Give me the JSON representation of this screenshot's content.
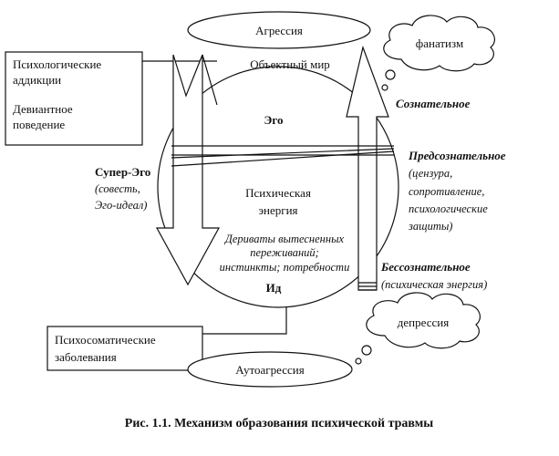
{
  "labels": {
    "aggression": "Агрессия",
    "autoaggression": "Аутоагрессия",
    "fanaticism": "фанатизм",
    "depression": "депрессия",
    "object_world": "Объектный мир",
    "ego": "Эго",
    "psychic_energy_1": "Психическая",
    "psychic_energy_2": "энергия",
    "derivatives_1": "Дериваты вытесненных",
    "derivatives_2": "переживаний;",
    "derivatives_3": "инстинкты; потребности",
    "id": "Ид",
    "superego": "Супер-Эго",
    "superego_sub_1": "(совесть,",
    "superego_sub_2": "Эго-идеал)",
    "conscious": "Сознательное",
    "preconscious": "Предсознательное",
    "preconscious_sub_1": "(цензура,",
    "preconscious_sub_2": "сопротивление,",
    "preconscious_sub_3": "психологические",
    "preconscious_sub_4": "защиты)",
    "unconscious": "Бессознательное",
    "unconscious_sub": "(психическая энергия)"
  },
  "boxes": {
    "addictions_1": "Психологические",
    "addictions_2": "аддикции",
    "deviant_1": "Девиантное",
    "deviant_2": "поведение",
    "psychosomatic_1": "Психосоматические",
    "psychosomatic_2": "заболевания"
  },
  "caption": "Рис. 1.1. Механизм образования психической травмы"
}
